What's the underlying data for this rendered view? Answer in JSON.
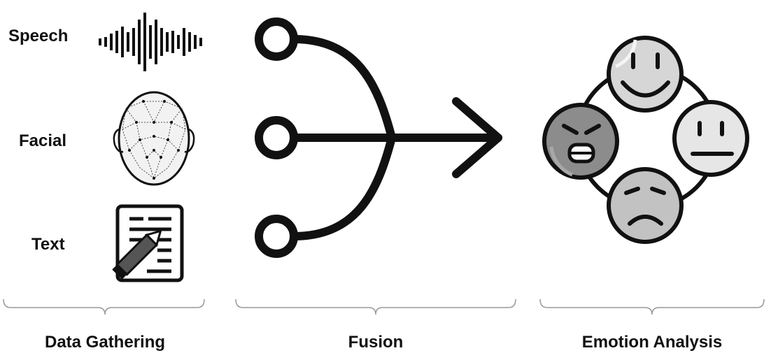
{
  "inputs": {
    "speech": "Speech",
    "facial": "Facial",
    "text": "Text"
  },
  "sections": {
    "data_gathering": "Data Gathering",
    "fusion": "Fusion",
    "emotion_analysis": "Emotion Analysis"
  },
  "icons": {
    "speech": "sound-wave-icon",
    "facial": "face-mesh-icon",
    "text": "document-pencil-icon",
    "fusion": "merge-arrow-icon",
    "emotions": [
      "happy-face-icon",
      "neutral-face-icon",
      "sad-face-icon",
      "angry-face-icon"
    ]
  }
}
